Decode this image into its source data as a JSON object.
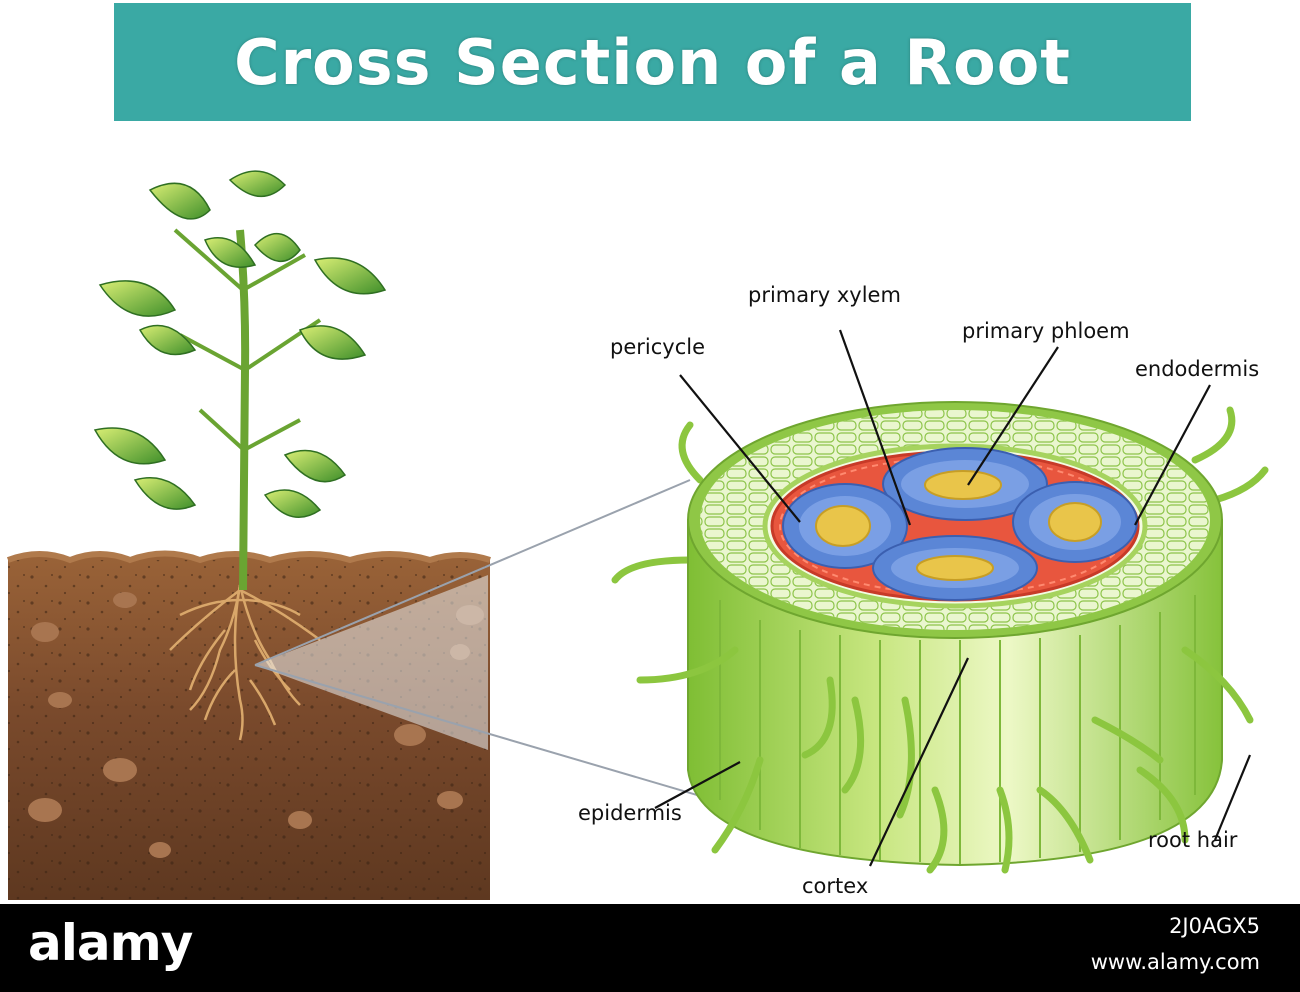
{
  "title": "Cross Section of a Root",
  "labels": {
    "primary_xylem": "primary xylem",
    "primary_phloem": "primary phloem",
    "pericycle": "pericycle",
    "endodermis": "endodermis",
    "epidermis": "epidermis",
    "cortex": "cortex",
    "root_hair": "root hair"
  },
  "watermark": {
    "logo": "alamy",
    "image_id": "2J0AGX5",
    "url": "www.alamy.com"
  },
  "colors": {
    "banner": "#3aa9a4",
    "soil": "#7a4a2c",
    "root_outer": "#9ccf4a",
    "cortex": "#e4f3c0",
    "pericycle": "#e24a38",
    "phloem": "#5b86d6",
    "xylem": "#e5c24a"
  }
}
